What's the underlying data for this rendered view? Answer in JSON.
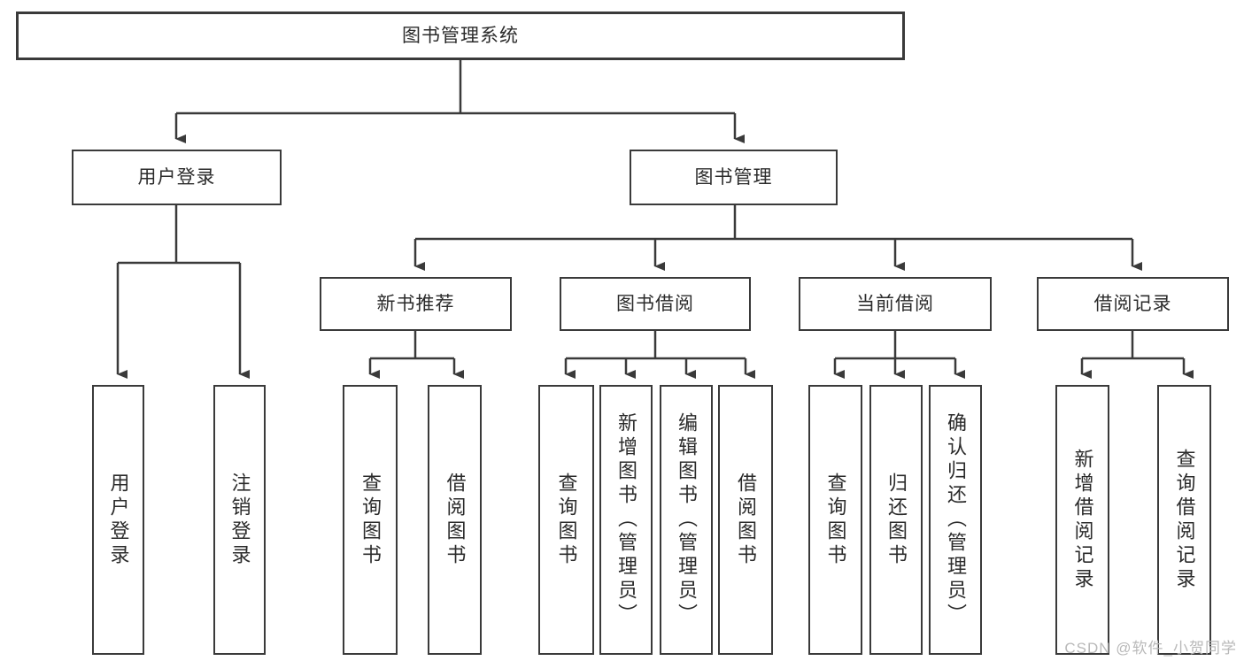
{
  "diagram": {
    "title": "图书管理系统",
    "type": "hierarchy-tree",
    "root": {
      "label": "图书管理系统"
    },
    "level2": [
      {
        "label": "用户登录"
      },
      {
        "label": "图书管理"
      }
    ],
    "level3": [
      {
        "label": "新书推荐"
      },
      {
        "label": "图书借阅"
      },
      {
        "label": "当前借阅"
      },
      {
        "label": "借阅记录"
      }
    ],
    "leaves": [
      {
        "label": "用户登录"
      },
      {
        "label": "注销登录"
      },
      {
        "label": "查询图书"
      },
      {
        "label": "借阅图书"
      },
      {
        "label": "查询图书"
      },
      {
        "label": "新增图书（管理员）"
      },
      {
        "label": "编辑图书（管理员）"
      },
      {
        "label": "借阅图书"
      },
      {
        "label": "查询图书"
      },
      {
        "label": "归还图书"
      },
      {
        "label": "确认归还（管理员）"
      },
      {
        "label": "新增借阅记录"
      },
      {
        "label": "查询借阅记录"
      }
    ]
  },
  "watermark": {
    "text": "CSDN @软件_小贺同学"
  },
  "colors": {
    "border": "#3a3a3a",
    "text": "#2b2b2b",
    "background": "#ffffff",
    "watermark": "#b9b9b9"
  }
}
